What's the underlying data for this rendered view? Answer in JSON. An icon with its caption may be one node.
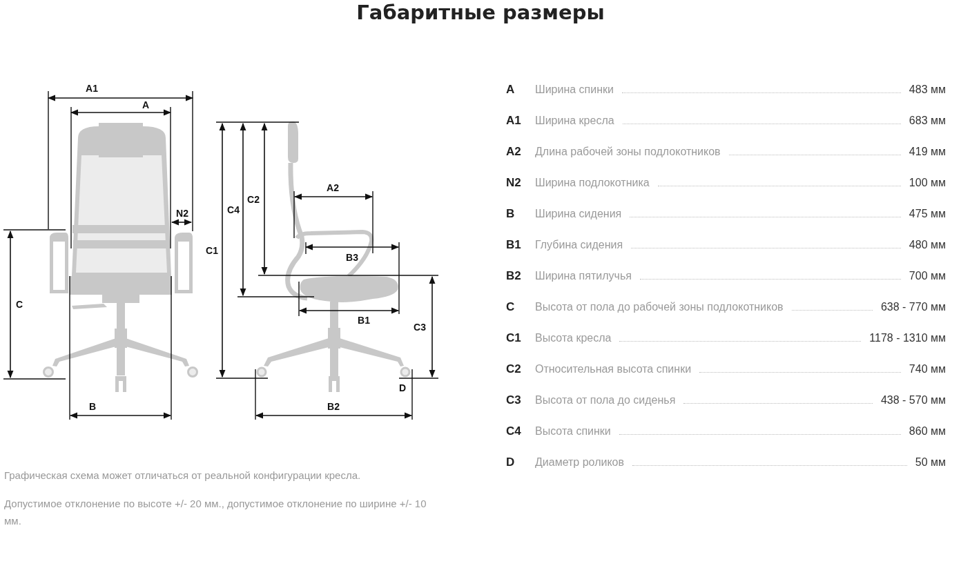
{
  "diagram": {
    "title": "Габаритные размеры",
    "labels": [
      "A1",
      "A",
      "N2",
      "C",
      "B",
      "C1",
      "C4",
      "C2",
      "A2",
      "B3",
      "B1",
      "C3",
      "D",
      "B2",
      "A",
      "Ширина спинки",
      "483 мм",
      "A1",
      "Ширина кресла",
      "683 мм",
      "A2",
      "Длина рабочей зоны подлокотников",
      "419 мм",
      "N2",
      "Ширина подлокотника",
      "100 мм",
      "B",
      "Ширина сидения",
      "475 мм",
      "B1",
      "Глубина сидения",
      "480 мм",
      "B2",
      "Ширина пятилучья",
      "700 мм",
      "C",
      "Высота от пола до рабочей зоны подлокотников",
      "638 - 770 мм",
      "C1",
      "Высота кресла",
      "1178 - 1310 мм",
      "C2",
      "Относительная высота спинки",
      "740 мм",
      "C3",
      "Высота от пола до сиденья",
      "438 - 570 мм",
      "C4",
      "Высота спинки",
      "860 мм",
      "D",
      "Диаметр роликов",
      "50 мм",
      "Графическая схема может отличаться от реальной конфигурации кресла.",
      "Допустимое отклонение по высоте +/- 20 мм., допустимое отклонение по ширине +/- 10 мм."
    ]
  }
}
